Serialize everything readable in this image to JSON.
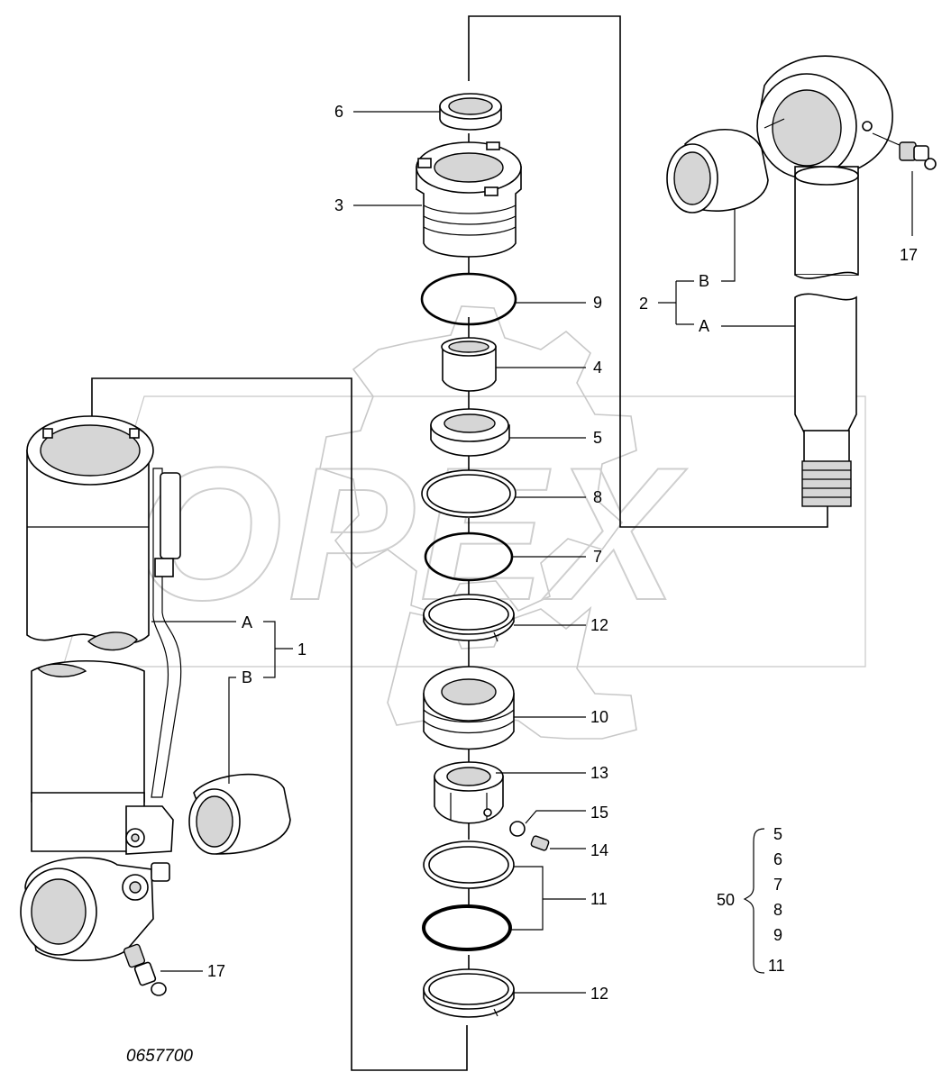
{
  "drawing_number": "0657700",
  "watermark": "OPEX",
  "callouts": {
    "c1": "1",
    "c2": "2",
    "c3": "3",
    "c4": "4",
    "c5": "5",
    "c6": "6",
    "c7": "7",
    "c8": "8",
    "c9": "9",
    "c10": "10",
    "c11": "11",
    "c12a": "12",
    "c12b": "12",
    "c13": "13",
    "c14": "14",
    "c15": "15",
    "c17a": "17",
    "c17b": "17",
    "sub_a1": "A",
    "sub_b1": "B",
    "sub_a2": "A",
    "sub_b2": "B"
  },
  "kit": {
    "number": "50",
    "items": [
      "5",
      "6",
      "7",
      "8",
      "9",
      "11"
    ]
  }
}
